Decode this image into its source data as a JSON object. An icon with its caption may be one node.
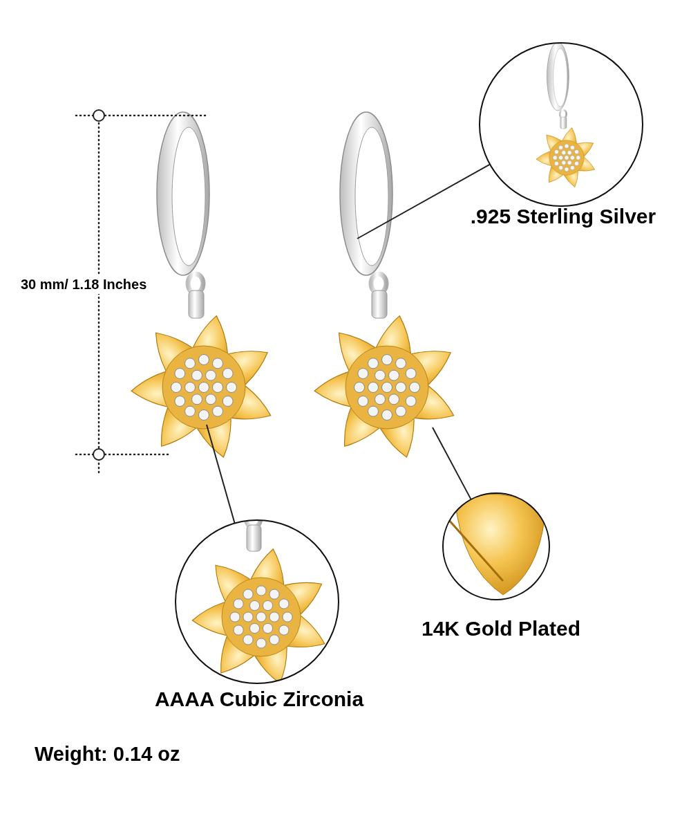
{
  "diagram": {
    "nodes": [
      {
        "text": [],
        "shape": "picture"
      },
      {
        "text": [],
        "shape": "picture"
      },
      {
        "text": [
          ".925 Sterling Silver"
        ]
      },
      {
        "text": [
          "AAAA Cubic Zirconia"
        ]
      },
      {
        "text": [
          "14K Gold Plated"
        ]
      }
    ],
    "edges": [
      {
        "from": 2,
        "to": 1,
        "arrow": "none"
      },
      {
        "from": 3,
        "to": 0,
        "arrow": "none"
      },
      {
        "from": 4,
        "to": 1,
        "arrow": "none"
      }
    ],
    "labels": [
      "30 mm/ 1.18 Inches",
      "Weight: 0.14 oz"
    ]
  }
}
